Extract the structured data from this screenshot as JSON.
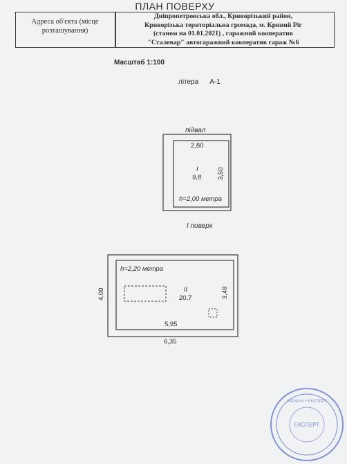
{
  "document": {
    "title": "ПЛАН ПОВЕРХУ",
    "address_label": "Адреса об'єкта (місце розташування)",
    "address_lines": [
      "Дніпропетровська обл., Криворізький район,",
      "Криворізька територіальна громада, м. Кривий Ріг",
      "(станом на 01.01.2021) , гаражний кооператив",
      "\"Сталевар\" автогаражний кооператив гараж №6"
    ],
    "scale": "Масштаб 1:100",
    "litera_label": "літера",
    "litera_code": "А-1"
  },
  "basement": {
    "label": "підвал",
    "width_dim": "2,80",
    "depth_dim": "3,50",
    "room_number": "I",
    "area": "9,8",
    "height_note": "h=2,00 метра"
  },
  "first_floor": {
    "label": "I поверх",
    "height_note": "h=2,20 метра",
    "room_number": "II",
    "area": "20,7",
    "inner_depth_dim": "3,48",
    "outer_depth_dim": "4,00",
    "inner_width_dim": "5,95",
    "outer_width_dim": "6,35"
  },
  "stamp": {
    "center_word": "ЕКСПЕРТ",
    "ring_text": "УКРАЇНА • ЕКСПЕРТ"
  }
}
